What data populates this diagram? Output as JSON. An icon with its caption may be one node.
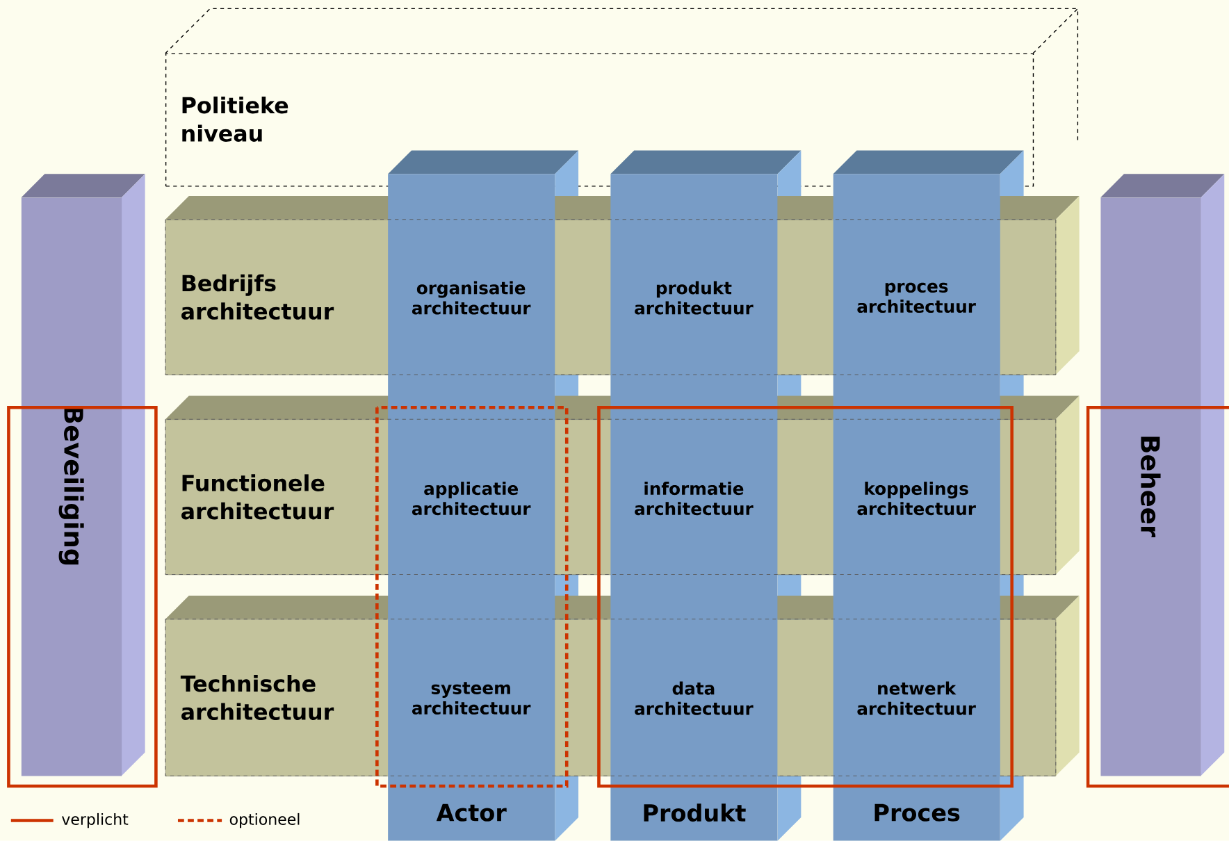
{
  "diagram": {
    "nodes": [
      {
        "text": [
          "Politieke niveau"
        ]
      },
      {
        "text": [
          "Beveiliging"
        ]
      },
      {
        "text": [
          "Beheer"
        ]
      },
      {
        "text": [
          "Bedrijfs architectuur"
        ]
      },
      {
        "text": [
          "Functionele architectuur"
        ]
      },
      {
        "text": [
          "Technische architectuur"
        ]
      },
      {
        "text": [
          "Actor"
        ]
      },
      {
        "text": [
          "Produkt"
        ]
      },
      {
        "text": [
          "Proces"
        ]
      },
      {
        "text": [
          "organisatie architectuur"
        ]
      },
      {
        "text": [
          "produkt architectuur"
        ]
      },
      {
        "text": [
          "proces architectuur"
        ]
      },
      {
        "text": [
          "applicatie architectuur"
        ]
      },
      {
        "text": [
          "informatie architectuur"
        ]
      },
      {
        "text": [
          "koppelings architectuur"
        ]
      },
      {
        "text": [
          "systeem architectuur"
        ]
      },
      {
        "text": [
          "data architectuur"
        ]
      },
      {
        "text": [
          "netwerk architectuur"
        ]
      }
    ],
    "legend": [
      {
        "text": "verplicht"
      },
      {
        "text": "optioneel"
      }
    ]
  }
}
